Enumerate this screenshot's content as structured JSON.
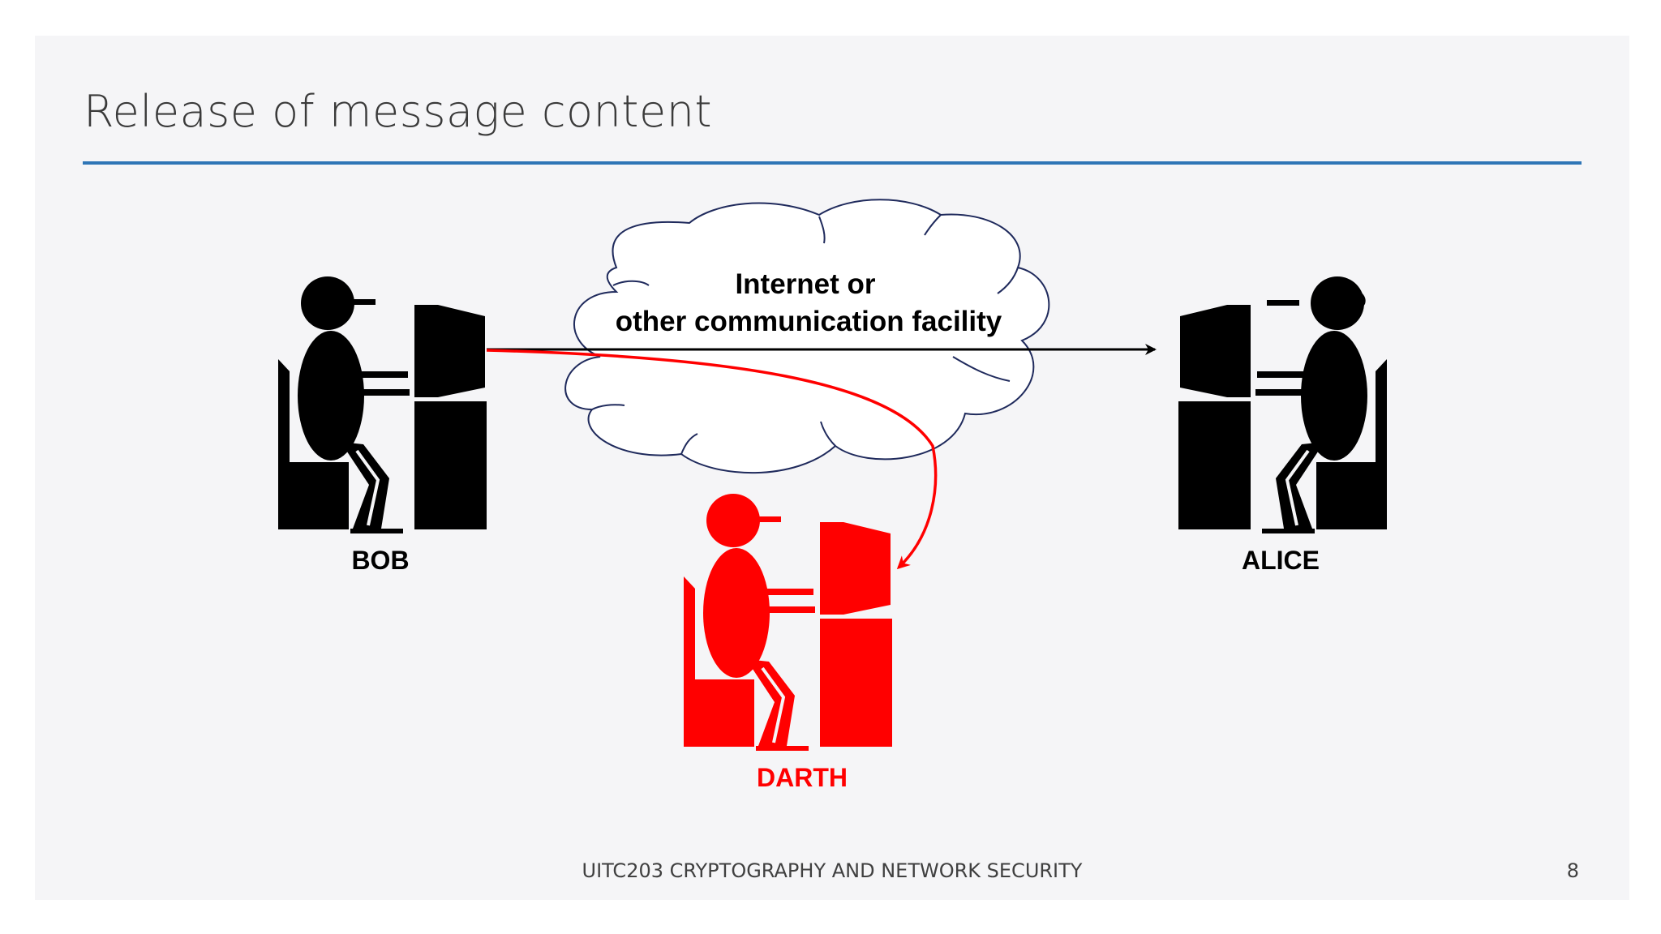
{
  "slide": {
    "title": "Release of message content",
    "footer": "UITC203 CRYPTOGRAPHY AND NETWORK SECURITY",
    "page_number": "8"
  },
  "diagram": {
    "cloud_line1": "Internet or",
    "cloud_line2": "other communication facility",
    "sender": "BOB",
    "receiver": "ALICE",
    "attacker": "DARTH"
  },
  "colors": {
    "accent_rule": "#2e75b6",
    "attacker": "#ff0000",
    "figure": "#000000"
  }
}
